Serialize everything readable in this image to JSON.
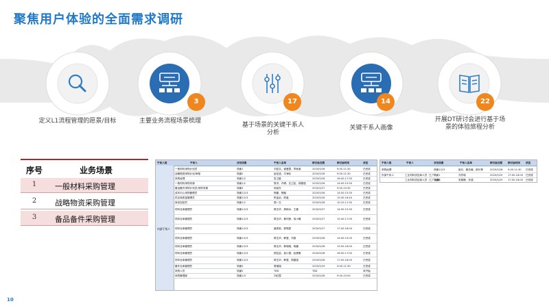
{
  "title": "聚焦用户体验的全面需求调研",
  "page_number": "10",
  "steps": [
    {
      "label": "定义L1流程管理的愿景/目标",
      "icon": "magnifier-icon",
      "badge": ""
    },
    {
      "label": "主要业务流程场景梳理",
      "icon": "flowchart-icon",
      "badge": "3"
    },
    {
      "label": "基于场景的关键干系人分析",
      "icon": "sliders-icon",
      "badge": "17"
    },
    {
      "label": "关键干系人画像",
      "icon": "flowchart-icon",
      "badge": "14"
    },
    {
      "label": "开展DT研讨会进行基于场景的体验旅程分析",
      "icon": "book-icon",
      "badge": "22"
    }
  ],
  "scenario_table": {
    "headers": [
      "序号",
      "业务场景"
    ],
    "rows": [
      {
        "no": "1",
        "name": "一般材料采购管理"
      },
      {
        "no": "2",
        "name": "战略物资采购管理"
      },
      {
        "no": "3",
        "name": "备品备件采购管理"
      }
    ]
  },
  "sheet_main": {
    "headers": [
      "干系人类",
      "干系人",
      "涉及场景",
      "干系人名单",
      "研讨会日期",
      "研讨会时间",
      "状态"
    ],
    "group_label": "内部干系人",
    "rows": [
      [
        "一般材料采购计划员",
        "场景1",
        "刘宏文、谢爱霞、李秋菊",
        "2020/5/26",
        "9:00-11:30",
        "已完成"
      ],
      [
        "战略物资采购计划/审核",
        "场景2",
        "赵宏波、牛海珍",
        "2020/5/26",
        "9:00-11:30",
        "已完成"
      ],
      [
        "采购经理",
        "场景1/2",
        "张卫星",
        "2020/5/26",
        "16:00-17:30",
        "已完成"
      ],
      [
        "一般材料采购寻源",
        "场景1/2",
        "蔡洋、许倩、沈卫臣、胡德强",
        "2020/5/26",
        "14:00-15:30",
        "已完成"
      ],
      [
        "备品备件采购计划员/采购寻源",
        "场景3",
        "尚晓东",
        "2020/5/27",
        "9:00-10:30",
        "已完成"
      ],
      [
        "成本中心采购管理员",
        "场景1/2/3",
        "杨磊、杨融",
        "2020/5/26",
        "14:00-15:30",
        "已完成"
      ],
      [
        "供应商质量管理员",
        "场景1/2/3",
        "陈金余、陈鑫",
        "2020/5/26",
        "15:40-16:40",
        "已完成"
      ],
      [
        "库存控制员",
        "场景1/2",
        "周一文",
        "2020/5/28",
        "10:10-11:30",
        "已完成"
      ],
      [
        "材料仓库管理员",
        "场景1/2/3",
        "郭玉华、周雨冰、王春",
        "2020/5/27",
        "14:00-15:30",
        "已完成"
      ],
      [
        "材料仓库管理员",
        "场景1/2/3",
        "郭玉华、黄河莲、徐小曦",
        "2020/5/27",
        "15:40-17:00",
        "已完成"
      ],
      [
        "材料仓库管理员",
        "场景1/2/3",
        "盛秀英、郭佩君",
        "2020/5/27",
        "17:00-18:00",
        "已完成"
      ],
      [
        "材料仓库管理员",
        "场景1/2/3",
        "郭玉华、韩莹、冯毅",
        "2020/5/28",
        "14:00-15:00",
        "已完成"
      ],
      [
        "材料仓库管理员",
        "场景1/2/3",
        "郭玉华、郭瑞瑞、杨晨",
        "2020/5/28",
        "15:00-16:00",
        "已完成"
      ],
      [
        "材料仓库管理员",
        "场景1/2/3",
        "顾芸芸、吴小霞、赵健雅",
        "2020/5/28",
        "16:00-17:00",
        "已完成"
      ],
      [
        "材料仓库管理员",
        "场景1/2/3",
        "郭玉华、韩莹、周建强",
        "2020/5/28",
        "17:00-18:00",
        "已完成"
      ],
      [
        "备件仓库管理员",
        "场景3",
        "周瑞瑞",
        "2020/5/29",
        "9:00-11:30",
        "已完成"
      ],
      [
        "采购人员",
        "场景2",
        "TBD",
        "TBD",
        "",
        "未开始"
      ],
      [
        "采购管理部",
        "场景1/3",
        "刘红霞",
        "2020/5/28",
        "9:00-10:00",
        "已完成"
      ]
    ]
  },
  "sheet_side": {
    "headers": [
      "干系人类",
      "干系人",
      "涉及场景",
      "干系人名单",
      "研讨会日期",
      "研讨会时间",
      "状态"
    ],
    "rows": [
      [
        "采购经理",
        "",
        "场景1/2/3",
        "组长、副总裁、部长等",
        "2020/5/28",
        "9:00-11:30",
        "已完成"
      ],
      [
        "外部干系人",
        "工业材料供应商人员（工厂）",
        "场景1",
        "刘东瑞",
        "2020/5/29",
        "17:00-18:00",
        "已完成"
      ],
      [
        "",
        "工业材料供应商人员（工厂运输）",
        "场景1",
        "张雅静、孙强",
        "2020/5/29",
        "17:00-18:00",
        "已完成"
      ]
    ]
  },
  "colors": {
    "accent_blue": "#1f78c8",
    "badge_orange": "#f0871e",
    "table_red": "#b8202a",
    "highlight_pink": "#f6dede"
  }
}
